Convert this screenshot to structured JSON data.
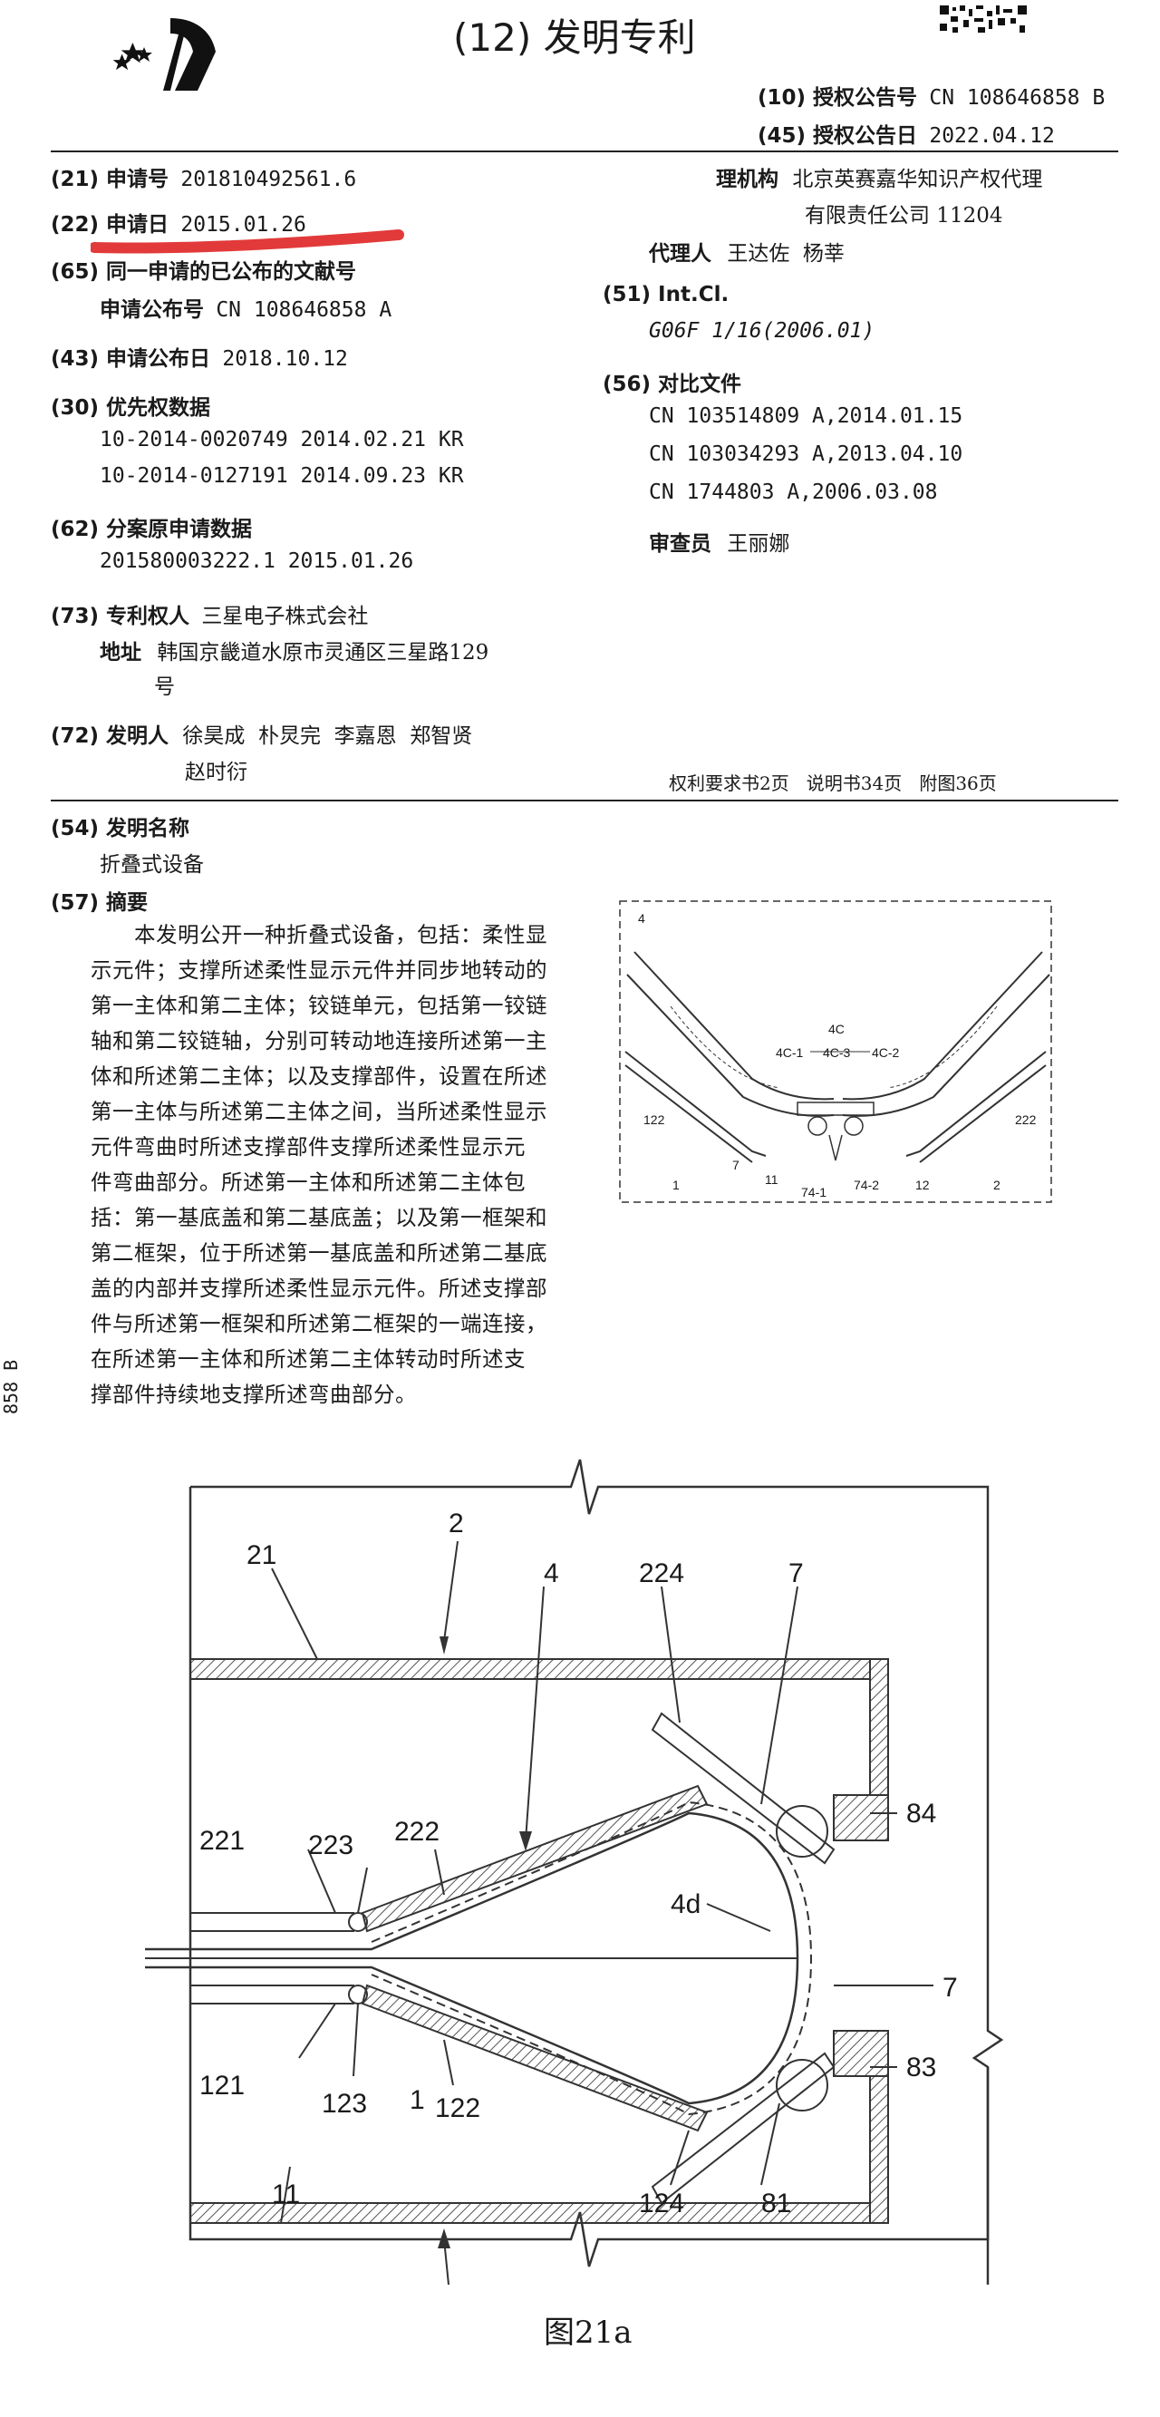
{
  "header": {
    "doc_type": "(12) 发明专利",
    "grant_no_label": "(10) 授权公告号",
    "grant_no_value": "CN 108646858 B",
    "grant_date_label": "(45) 授权公告日",
    "grant_date_value": "2022.04.12"
  },
  "left": {
    "app_no_label": "(21) 申请号",
    "app_no_value": "201810492561.6",
    "app_date_label": "(22) 申请日",
    "app_date_value": "2015.01.26",
    "pub_ref_label": "(65) 同一申请的已公布的文献号",
    "pub_no_label": "申请公布号",
    "pub_no_value": "CN 108646858 A",
    "pub_date_label": "(43) 申请公布日",
    "pub_date_value": "2018.10.12",
    "priority_label": "(30) 优先权数据",
    "priority_1": "10-2014-0020749 2014.02.21 KR",
    "priority_2": "10-2014-0127191 2014.09.23 KR",
    "division_label": "(62) 分案原申请数据",
    "division_value": "201580003222.1 2015.01.26",
    "patentee_label": "(73) 专利权人",
    "patentee_value": "三星电子株式会社",
    "address_label": "地址",
    "address_line1": "韩国京畿道水原市灵通区三星路129",
    "address_line2": "号",
    "inventor_label": "(72) 发明人",
    "inventor_line1": "徐昊成  朴炅完  李嘉恩  郑智贤",
    "inventor_line2": "赵时衍"
  },
  "right": {
    "agency_label": "理机构",
    "agency_line1": "北京英赛嘉华知识产权代理",
    "agency_line2": "有限责任公司 11204",
    "agent_label": "代理人",
    "agent_value": "王达佐  杨莘",
    "intcl_label": "(51) Int.Cl.",
    "intcl_value": "G06F 1/16(2006.01)",
    "refs_label": "(56) 对比文件",
    "ref_1": "CN 103514809 A,2014.01.15",
    "ref_2": "CN 103034293 A,2013.04.10",
    "ref_3": "CN 1744803 A,2006.03.08",
    "examiner_label": "审查员",
    "examiner_value": "王丽娜"
  },
  "pages_info": "权利要求书2页   说明书34页   附图36页",
  "invention": {
    "name_label": "(54) 发明名称",
    "name_value": "折叠式设备",
    "abstract_label": "(57) 摘要",
    "abstract_lines": [
      "　　本发明公开一种折叠式设备，包括：柔性显",
      "示元件；支撑所述柔性显示元件并同步地转动的",
      "第一主体和第二主体；铰链单元，包括第一铰链",
      "轴和第二铰链轴，分别可转动地连接所述第一主",
      "体和所述第二主体；以及支撑部件，设置在所述",
      "第一主体与所述第二主体之间，当所述柔性显示",
      "元件弯曲时所述支撑部件支撑所述柔性显示元",
      "件弯曲部分。所述第一主体和所述第二主体包",
      "括：第一基底盖和第二基底盖；以及第一框架和",
      "第二框架，位于所述第一基底盖和所述第二基底",
      "盖的内部并支撑所述柔性显示元件。所述支撑部",
      "件与所述第一框架和所述第二框架的一端连接，",
      "在所述第一主体和所述第二主体转动时所述支",
      "撑部件持续地支撑所述弯曲部分。"
    ]
  },
  "side_mark": "858 B",
  "small_figure": {
    "labels": {
      "l4": "4",
      "l4c": "4C",
      "l4c1": "4C-1",
      "l4c3": "4C-3",
      "l4c2": "4C-2",
      "l122": "122",
      "l222": "222",
      "l1": "1",
      "l7": "7",
      "l11": "11",
      "l741": "74-1",
      "l742": "74-2",
      "l12": "12",
      "l2": "2"
    }
  },
  "big_figure": {
    "caption": "图21a",
    "labels": {
      "b2": "2",
      "b21": "21",
      "b4": "4",
      "b224": "224",
      "b7top": "7",
      "b221": "221",
      "b223": "223",
      "b222": "222",
      "b4d": "4d",
      "b84": "84",
      "b7mid": "7",
      "b121": "121",
      "b123": "123",
      "b122": "122",
      "b83": "83",
      "b11": "11",
      "b124": "124",
      "b81": "81",
      "b1": "1"
    }
  },
  "colors": {
    "ink": "#1a1a1a",
    "highlight_stroke": "#e23a3a",
    "hatch": "#555555"
  }
}
